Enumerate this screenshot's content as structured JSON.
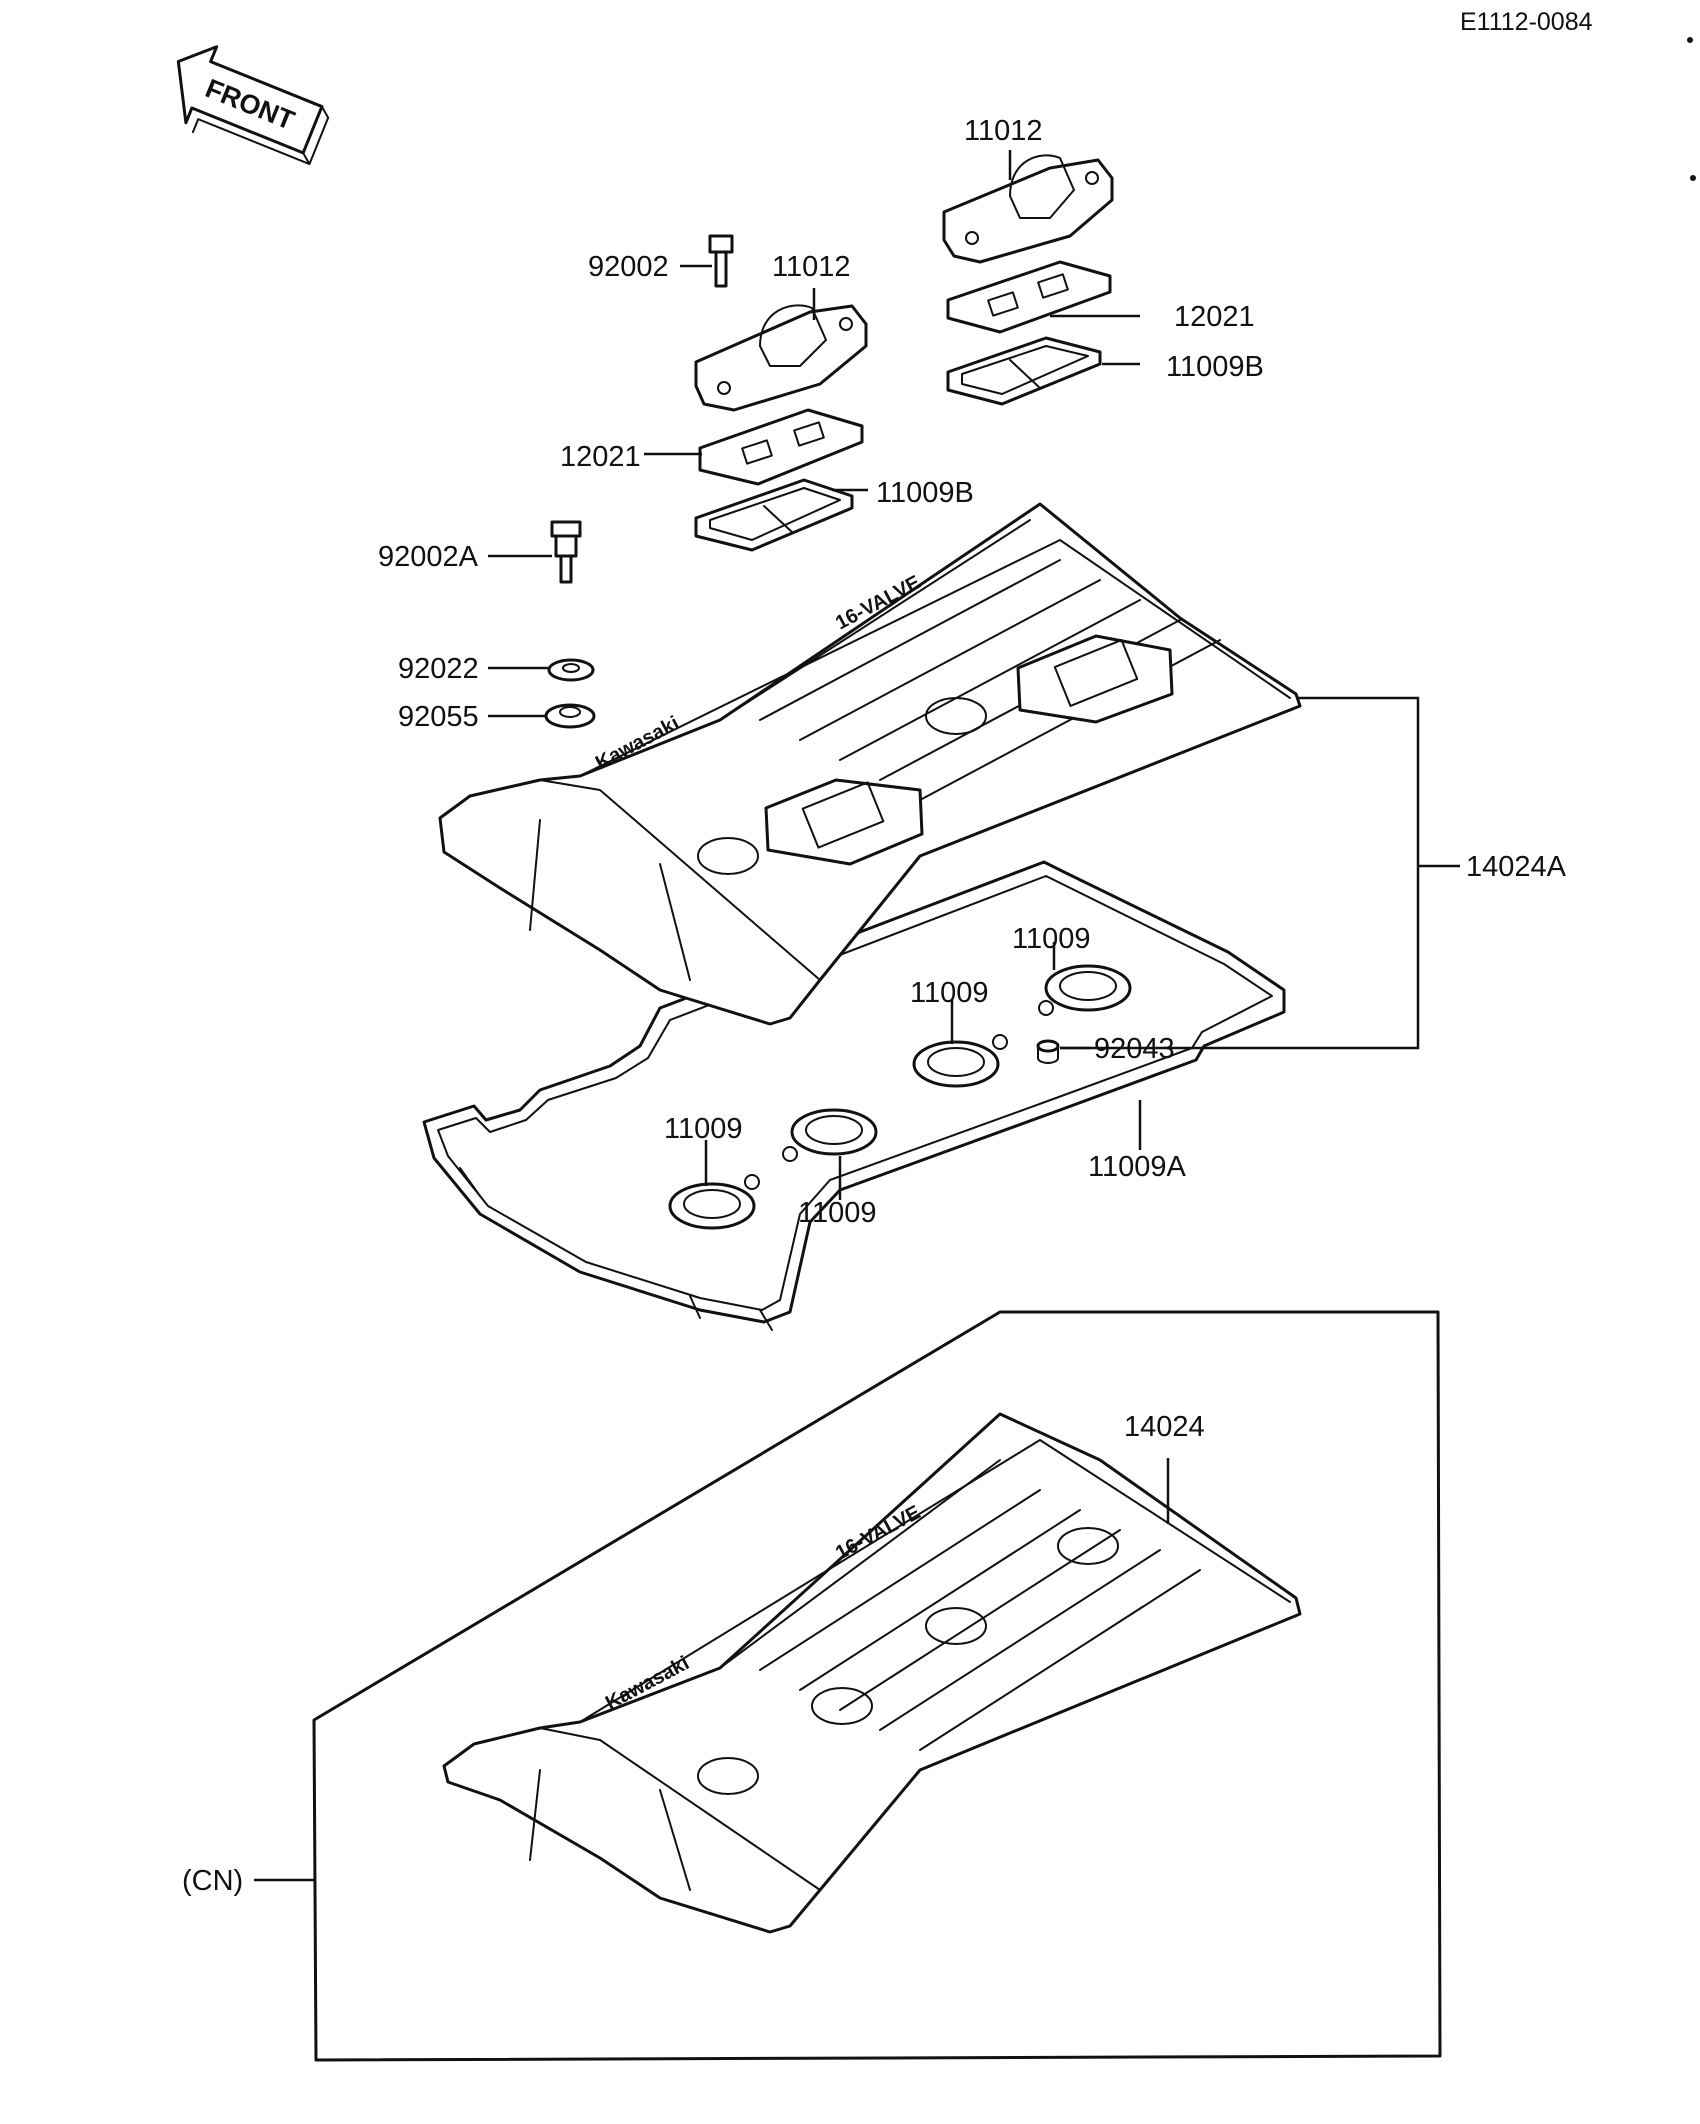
{
  "diagram": {
    "reference": "E1112-0084",
    "front_label": "FRONT",
    "cover_branding": "Kawasaki",
    "cover_marking": "16-VALVE",
    "labels": {
      "p11012_a": "11012",
      "p11012_b": "11012",
      "p92002": "92002",
      "p12021_a": "12021",
      "p12021_b": "12021",
      "p11009B_a": "11009B",
      "p11009B_b": "11009B",
      "p92002A": "92002A",
      "p92022": "92022",
      "p92055": "92055",
      "p14024A": "14024A",
      "p11009_a": "11009",
      "p11009_b": "11009",
      "p11009_c": "11009",
      "p11009_d": "11009",
      "p92043": "92043",
      "p11009A": "11009A",
      "p14024": "14024",
      "cn": "(CN)"
    }
  }
}
